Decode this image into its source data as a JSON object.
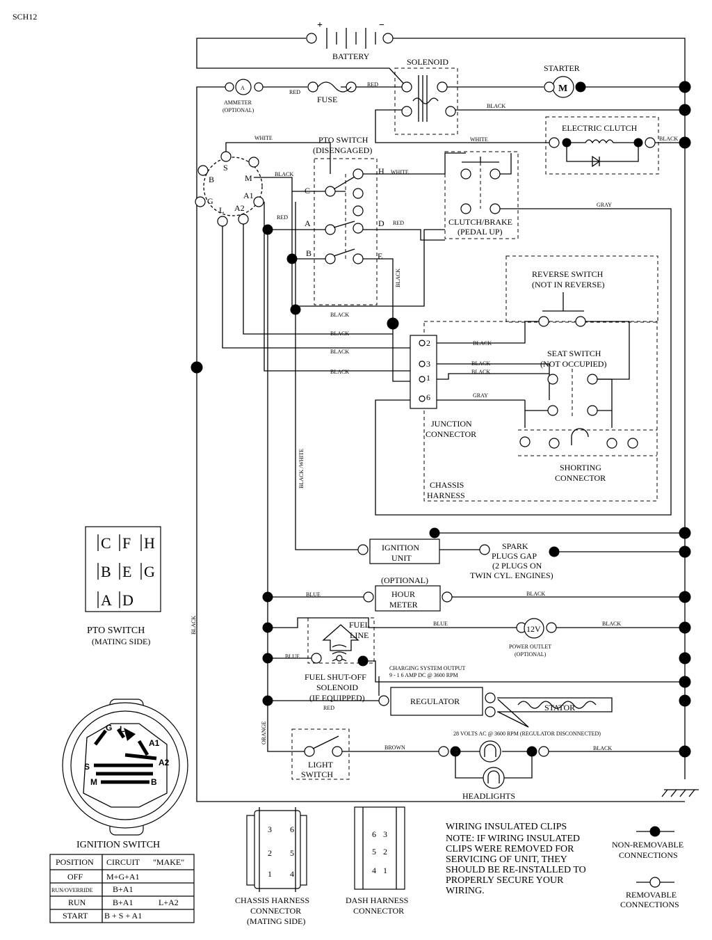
{
  "page_id": "SCH12",
  "components": {
    "battery": "BATTERY",
    "battery_plus": "+",
    "battery_minus": "−",
    "solenoid": "SOLENOID",
    "starter": "STARTER",
    "starter_symbol": "M",
    "ammeter_symbol": "A",
    "ammeter": "AMMETER",
    "ammeter_note": "(OPTIONAL)",
    "fuse": "FUSE",
    "pto_switch": "PTO SWITCH",
    "pto_switch_state": "(DISENGAGED)",
    "electric_clutch": "ELECTRIC CLUTCH",
    "clutch_brake": "CLUTCH/BRAKE",
    "clutch_brake_state": "(PEDAL UP)",
    "reverse_switch": "REVERSE SWITCH",
    "reverse_switch_state": "(NOT IN REVERSE)",
    "seat_switch": "SEAT SWITCH",
    "seat_switch_state": "(NOT OCCUPIED)",
    "junction_connector_1": "JUNCTION",
    "junction_connector_2": "CONNECTOR",
    "shorting_connector_1": "SHORTING",
    "shorting_connector_2": "CONNECTOR",
    "chassis_harness_1": "CHASSIS",
    "chassis_harness_2": "HARNESS",
    "ignition_unit_1": "IGNITION",
    "ignition_unit_2": "UNIT",
    "spark_1": "SPARK",
    "spark_2": "PLUGS GAP",
    "spark_3": "(2 PLUGS ON",
    "spark_4": "TWIN CYL. ENGINES)",
    "hour_meter_optional": "(OPTIONAL)",
    "hour_meter_1": "HOUR",
    "hour_meter_2": "METER",
    "fuel_line_1": "FUEL",
    "fuel_line_2": "LINE",
    "power_outlet_symbol": "12V",
    "power_outlet": "POWER OUTLET",
    "power_outlet_note": "(OPTIONAL)",
    "fuel_solenoid_1": "FUEL SHUT-OFF",
    "fuel_solenoid_2": "SOLENOID",
    "fuel_solenoid_3": "(IF EQUIPPED)",
    "charging_1": "CHARGING SYSTEM OUTPUT",
    "charging_2": "9 - 1 6 AMP DC @ 3600 RPM",
    "regulator": "REGULATOR",
    "stator": "STATOR",
    "ac_note": "28 VOLTS AC @ 3600 RPM (REGULATOR DISCONNECTED)",
    "light_switch_1": "LIGHT",
    "light_switch_2": "SWITCH",
    "headlights": "HEADLIGHTS"
  },
  "terminals": {
    "ign": [
      "S",
      "M",
      "B",
      "A1",
      "G",
      "L",
      "A2"
    ],
    "pto": [
      "H",
      "C",
      "A",
      "D",
      "B",
      "E"
    ],
    "junction": [
      "2",
      "3",
      "1",
      "6"
    ]
  },
  "wires": {
    "red": "RED",
    "black": "BLACK",
    "white": "WHITE",
    "gray": "GRAY",
    "blue": "BLUE",
    "orange": "ORANGE",
    "brown": "BROWN",
    "black_white": "BLACK /WHITE"
  },
  "pto_mating": {
    "grid": [
      "C",
      "F",
      "H",
      "B",
      "E",
      "G",
      "A",
      "D"
    ],
    "title": "PTO SWITCH",
    "subtitle": "(MATING SIDE)"
  },
  "ignition_switch": {
    "title": "IGNITION SWITCH",
    "face_labels": [
      "G",
      "L",
      "A1",
      "A2",
      "S",
      "M",
      "B"
    ],
    "headers": [
      "POSITION",
      "CIRCUIT",
      "\"MAKE\""
    ],
    "rows": [
      [
        "OFF",
        "M+G+A1",
        ""
      ],
      [
        "RUN/OVERRIDE",
        "B+A1",
        ""
      ],
      [
        "RUN",
        "B+A1",
        "L+A2"
      ],
      [
        "START",
        "B + S + A1",
        ""
      ]
    ]
  },
  "harness": {
    "chassis_1": "CHASSIS HARNESS",
    "chassis_2": "CONNECTOR",
    "chassis_3": "(MATING SIDE)",
    "chassis_pins": [
      "3",
      "6",
      "2",
      "5",
      "1",
      "4"
    ],
    "dash_1": "DASH HARNESS",
    "dash_2": "CONNECTOR",
    "dash_pins": [
      "6",
      "3",
      "5",
      "2",
      "4",
      "1"
    ]
  },
  "notes": {
    "n1": "WIRING INSULATED CLIPS",
    "n2": "NOTE:  IF WIRING INSULATED",
    "n3": "CLIPS WERE REMOVED FOR",
    "n4": "SERVICING OF UNIT, THEY",
    "n5": "SHOULD BE RE-INSTALLED TO",
    "n6": "PROPERLY SECURE YOUR",
    "n7": "WIRING."
  },
  "legend": {
    "nonremovable_1": "NON-REMOVABLE",
    "nonremovable_2": "CONNECTIONS",
    "removable_1": "REMOVABLE",
    "removable_2": "CONNECTIONS"
  }
}
